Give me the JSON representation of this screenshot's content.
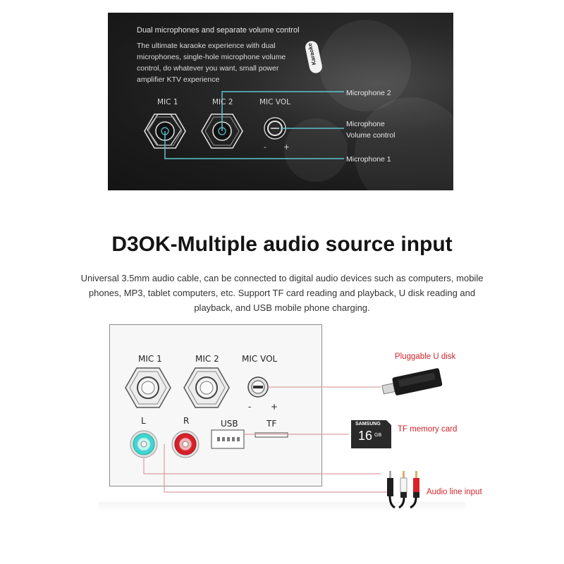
{
  "banner": {
    "title": "Dual microphones and separate volume control",
    "description": "The ultimate karaoke experience with dual microphones, single-hole microphone volume control, do whatever you want, small power amplifier KTV experience",
    "badge": "Karaoke",
    "ports": {
      "mic1": "MIC 1",
      "mic2": "MIC 2",
      "micvol": "MIC VOL",
      "minus": "-",
      "plus": "+"
    },
    "callouts": {
      "microphone2": "Microphone 2",
      "volume_control": "Microphone Volume control",
      "microphone1": "Microphone 1"
    }
  },
  "headline": "D3OK-Multiple audio source input",
  "description": "Universal 3.5mm audio cable, can be connected to digital audio devices such as computers, mobile phones, MP3, tablet computers, etc. Support TF card reading and playback, U disk reading and playback, and USB mobile phone charging.",
  "panel": {
    "labels": {
      "mic1": "MIC 1",
      "mic2": "MIC 2",
      "micvol": "MIC VOL",
      "minus": "-",
      "plus": "+",
      "left": "L",
      "right": "R",
      "usb": "USB",
      "tf": "TF"
    },
    "callouts": {
      "udisk": "Pluggable U disk",
      "tf_card": "TF memory card",
      "audio_line": "Audio line input"
    },
    "sd_card": {
      "brand": "SAMSUNG",
      "capacity": "16",
      "unit": "GB"
    }
  },
  "colors": {
    "accent_teal": "#5fc4cf",
    "callout_red": "#d2232a",
    "rca_left": "#3fd6d0",
    "rca_right": "#d9202a"
  }
}
